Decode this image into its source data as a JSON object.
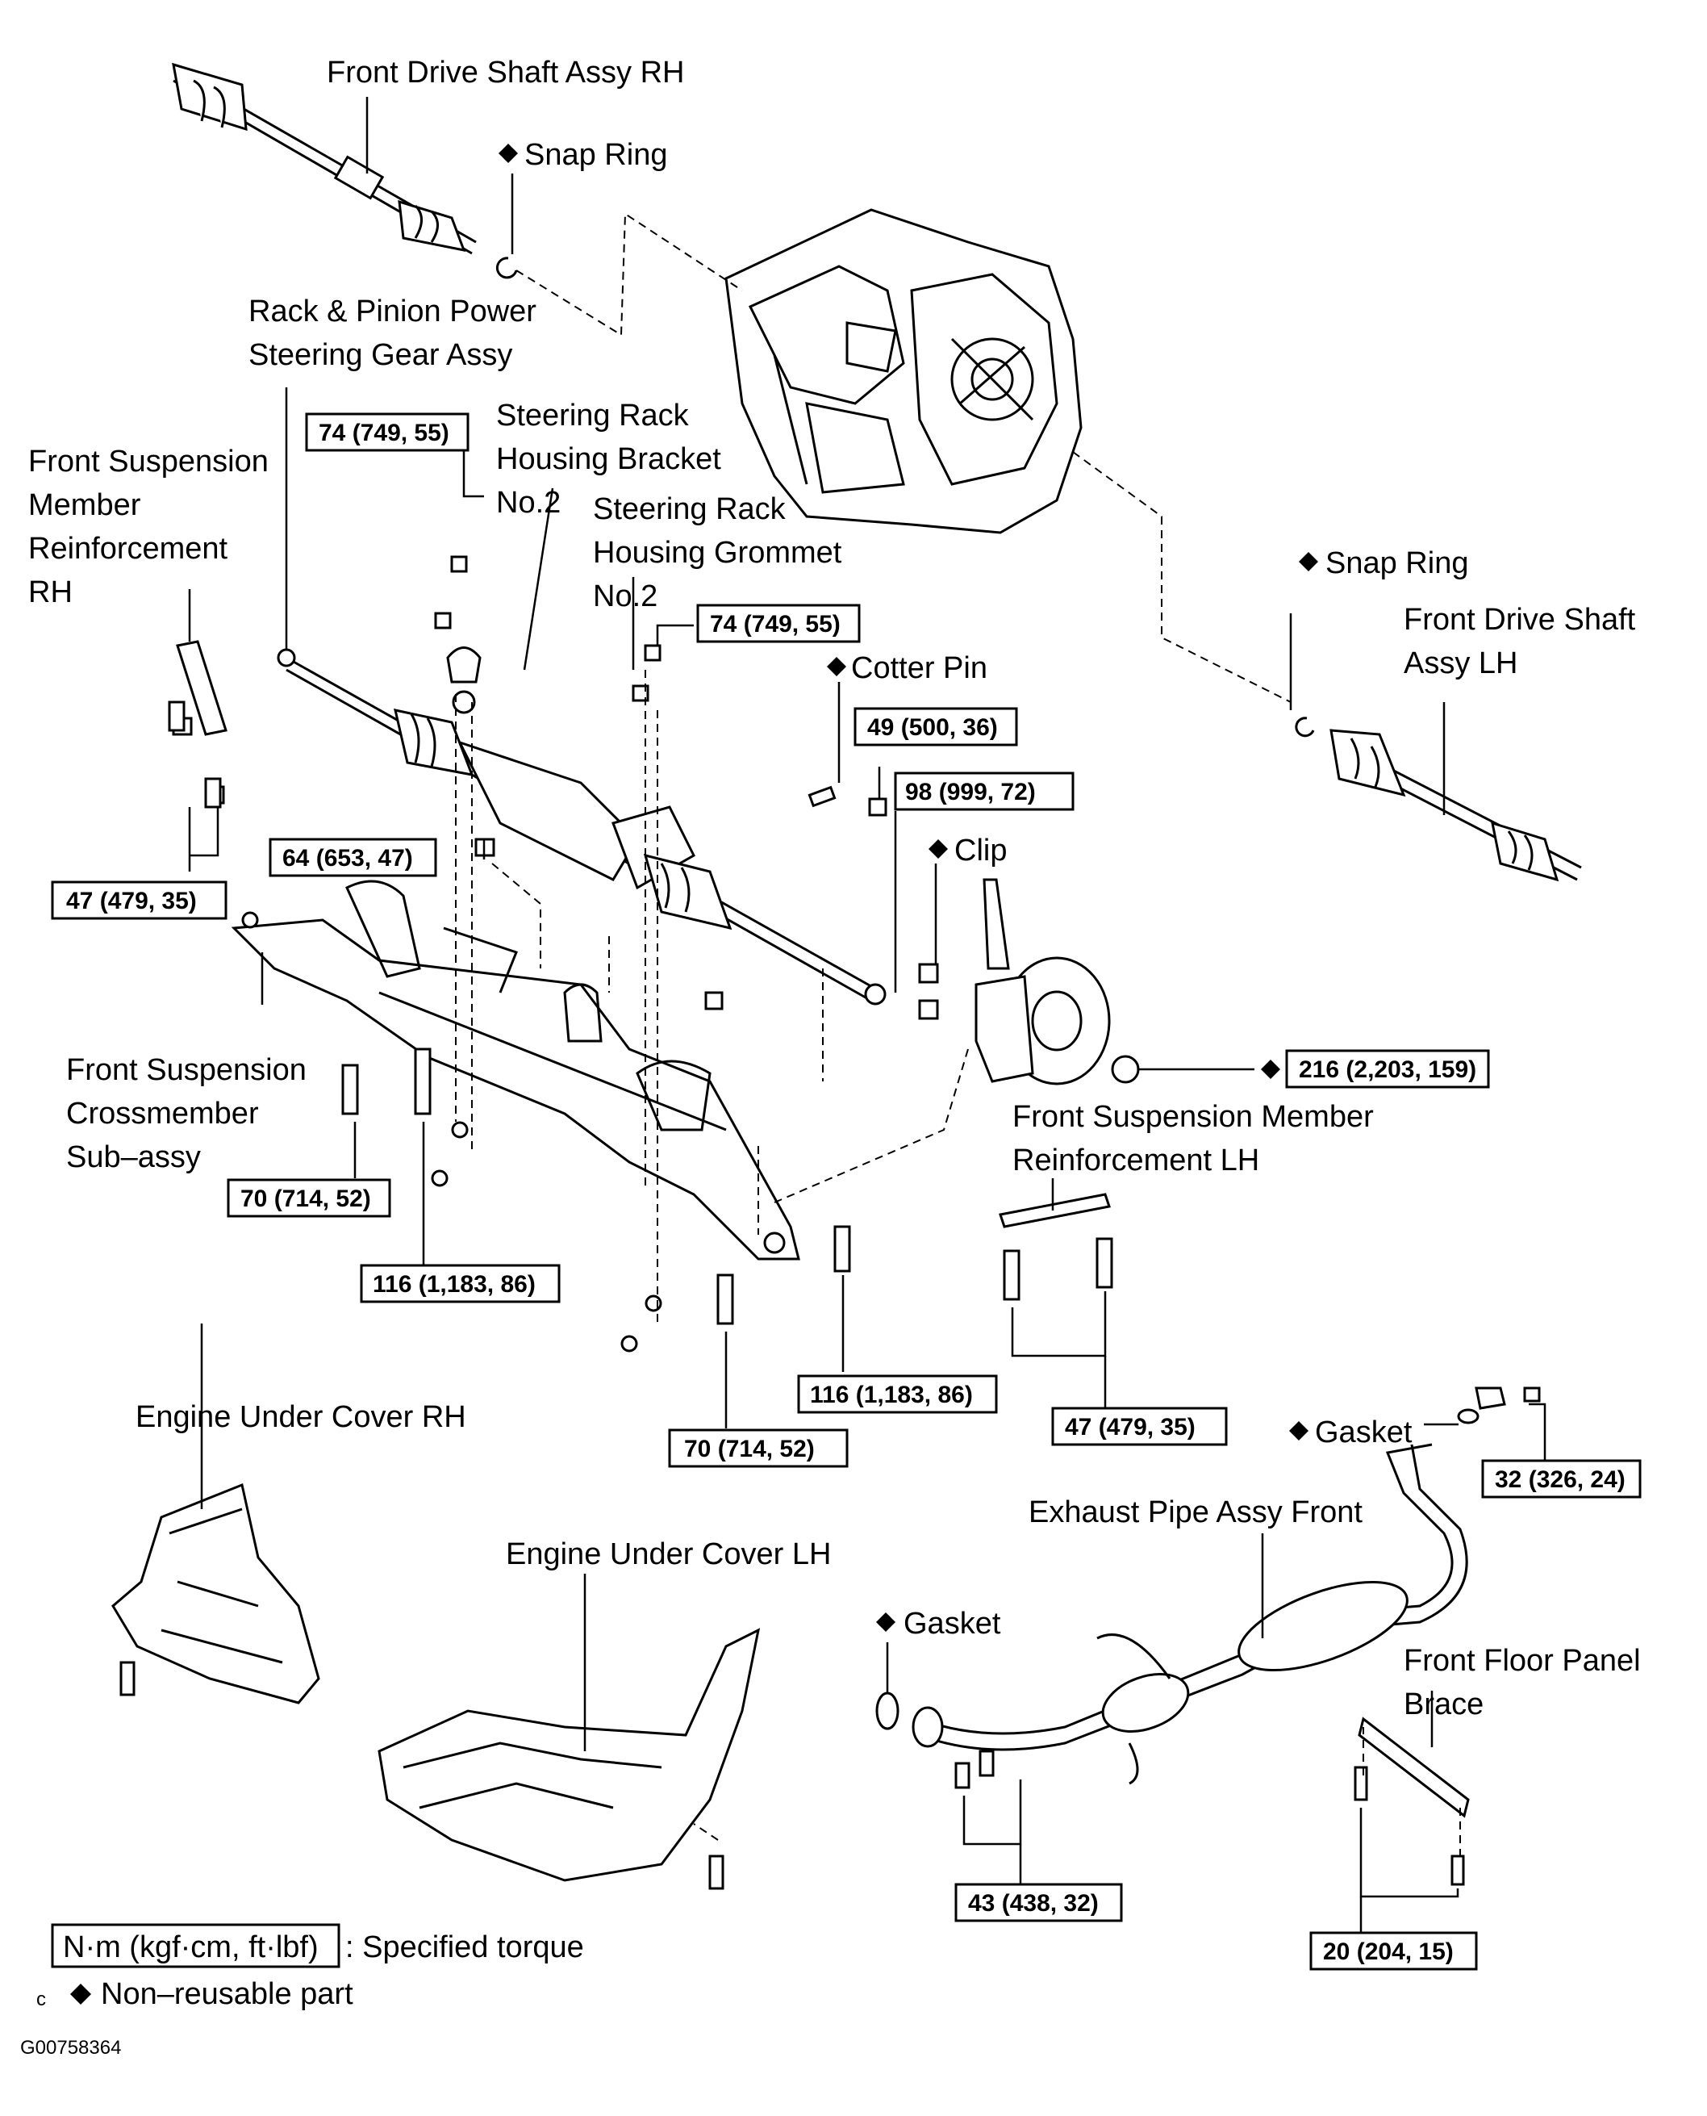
{
  "labels": {
    "drive_shaft_rh": "Front Drive Shaft Assy RH",
    "snap_ring_top": "Snap Ring",
    "rack_pinion_1": "Rack & Pinion Power",
    "rack_pinion_2": "Steering Gear Assy",
    "steering_bracket_1": "Steering Rack",
    "steering_bracket_2": "Housing Bracket",
    "steering_bracket_3": "No.2",
    "front_susp_member_rh_1": "Front Suspension",
    "front_susp_member_rh_2": "Member",
    "front_susp_member_rh_3": "Reinforcement",
    "front_susp_member_rh_4": "RH",
    "grommet_1": "Steering Rack",
    "grommet_2": "Housing Grommet",
    "grommet_3": "No.2",
    "snap_ring_right": "Snap Ring",
    "drive_shaft_lh_1": "Front Drive Shaft",
    "drive_shaft_lh_2": "Assy LH",
    "cotter_pin": "Cotter Pin",
    "clip": "Clip",
    "crossmember_1": "Front Suspension",
    "crossmember_2": "Crossmember",
    "crossmember_3": "Sub–assy",
    "member_reinf_lh_1": "Front Suspension Member",
    "member_reinf_lh_2": "Reinforcement LH",
    "under_cover_rh": "Engine Under Cover RH",
    "under_cover_lh": "Engine Under Cover LH",
    "gasket_top": "Gasket",
    "exhaust_pipe": "Exhaust Pipe Assy Front",
    "gasket_left": "Gasket",
    "floor_brace_1": "Front Floor Panel",
    "floor_brace_2": "Brace"
  },
  "torques": {
    "t_74_a": "74 (749, 55)",
    "t_74_b": "74 (749, 55)",
    "t_49": "49 (500, 36)",
    "t_98": "98 (999, 72)",
    "t_64": "64 (653, 47)",
    "t_47_a": "47 (479, 35)",
    "t_216": "216 (2,203, 159)",
    "t_70_a": "70 (714, 52)",
    "t_116_a": "116 (1,183, 86)",
    "t_116_b": "116 (1,183, 86)",
    "t_70_b": "70 (714, 52)",
    "t_47_b": "47 (479, 35)",
    "t_32": "32 (326, 24)",
    "t_43": "43 (438, 32)",
    "t_20": "20 (204, 15)"
  },
  "legend": {
    "unit_box": "N·m (kgf·cm, ft·lbf)",
    "unit_text": ": Specified torque",
    "prefix": "c",
    "nonreusable_text": "Non–reusable part",
    "symbol": "diamond-icon"
  },
  "figure_id": "G00758364"
}
